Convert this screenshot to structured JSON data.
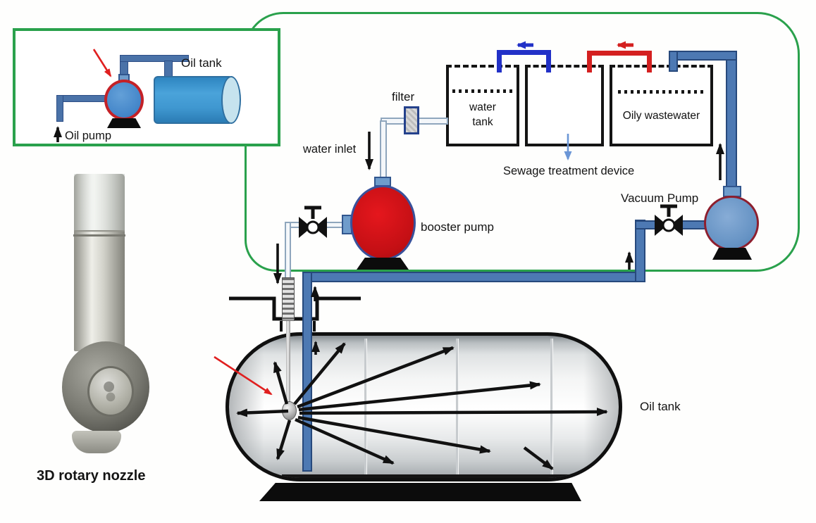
{
  "inset": {
    "oil_tank": "Oil tank",
    "oil_pump": "Oil pump"
  },
  "nozzle_photo": {
    "caption": "3D rotary nozzle"
  },
  "water_loop": {
    "filter": "filter",
    "water_inlet": "water inlet"
  },
  "boxes": {
    "water_tank_line1": "water",
    "water_tank_line2": "tank",
    "oily_wastewater": "Oily wastewater",
    "sewage_device": "Sewage treatment device"
  },
  "pumps": {
    "booster": "booster pump",
    "vacuum": "Vacuum Pump"
  },
  "main_tank": {
    "label": "Oil tank"
  },
  "colors": {
    "boundary_green": "#2aa14c",
    "pipe_blue_fill": "#4d79b3",
    "pipe_blue_border": "#27497c",
    "booster_pump_red": "#c30f14",
    "vacuum_pump_blue": "#6693c4",
    "pump_ring_navy": "#39519b",
    "pump_ring_maroon": "#8e1e2d",
    "transfer_pipe_blue": "#2231c7",
    "transfer_pipe_red": "#d42020",
    "sewage_arrow_blue": "#6b96d6",
    "pointer_arrow_red": "#e01f1f",
    "flow_arrow_black": "#111111"
  }
}
